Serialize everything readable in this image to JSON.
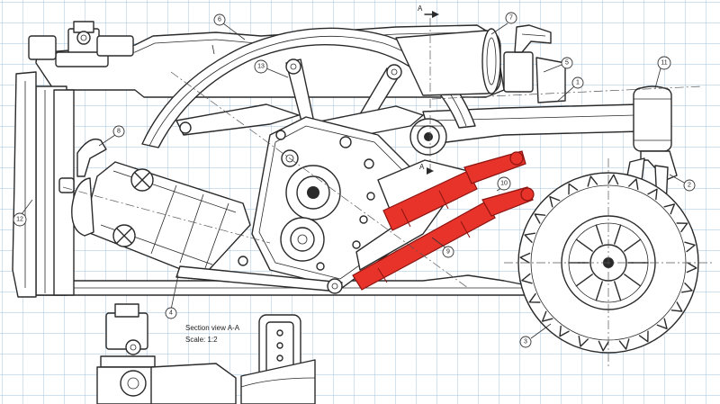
{
  "section_view": {
    "title": "Section view A-A",
    "scale": "Scale:  1:2",
    "marker": "A"
  },
  "callouts": [
    "1",
    "2",
    "3",
    "4",
    "5",
    "6",
    "7",
    "8",
    "9",
    "10",
    "11",
    "12",
    "13"
  ],
  "colors": {
    "grid": "#9fc0dc",
    "actuator": "#e8332b",
    "line": "#2a2a2a",
    "background": "#ffffff"
  }
}
